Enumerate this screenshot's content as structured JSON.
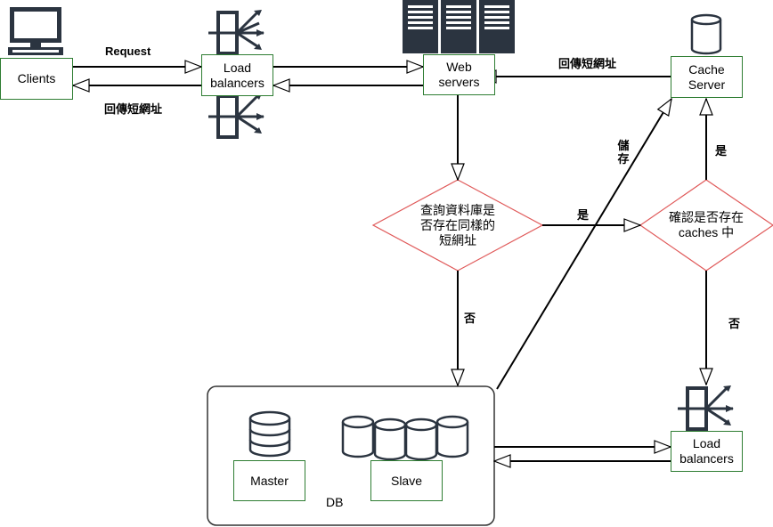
{
  "nodes": {
    "clients": "Clients",
    "lb_top": "Load\nbalancers",
    "web_servers": "Web\nservers",
    "cache_server": "Cache\nServer",
    "decision_db": "查詢資料庫是\n否存在同樣的\n短網址",
    "decision_cache": "確認是否存在\ncaches 中",
    "master": "Master",
    "slave": "Slave",
    "db": "DB",
    "lb_bottom": "Load\nbalancers"
  },
  "edge_labels": {
    "request": "Request",
    "return_short_url_left": "回傳短網址",
    "return_short_url_cache": "回傳短網址",
    "store": "儲\n存",
    "yes_to_cache_check": "是",
    "yes_to_cache_server": "是",
    "no_to_db": "否",
    "no_to_lb": "否"
  },
  "icons": [
    "monitor-icon",
    "load-balancer-icon",
    "server-rack-icon",
    "database-icon"
  ],
  "colors": {
    "node_border": "#2e7d32",
    "decision_border": "#e05a5a",
    "line": "#000000",
    "icon": "#2b3440"
  }
}
